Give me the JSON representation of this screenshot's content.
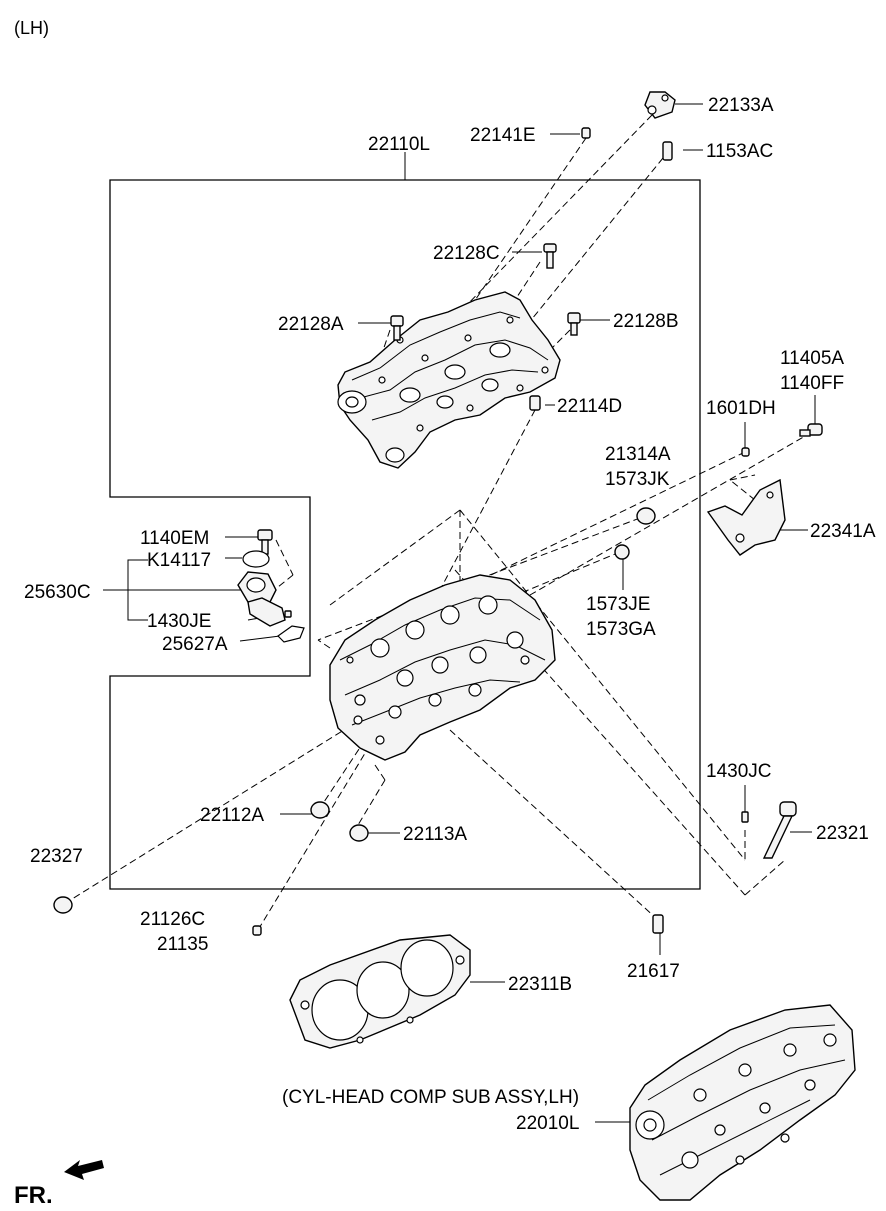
{
  "header": {
    "side": "(LH)"
  },
  "labels": {
    "p22133A": "22133A",
    "p22141E": "22141E",
    "p1153AC": "1153AC",
    "p22110L": "22110L",
    "p22128C": "22128C",
    "p22128A": "22128A",
    "p22128B": "22128B",
    "p11405A": "11405A",
    "p1140FF": "1140FF",
    "p22114D": "22114D",
    "p1601DH": "1601DH",
    "p21314A": "21314A",
    "p1573JK": "1573JK",
    "p1140EM": "1140EM",
    "pK14117": "K14117",
    "p22341A": "22341A",
    "p25630C": "25630C",
    "p1430JE": "1430JE",
    "p25627A": "25627A",
    "p1573JE": "1573JE",
    "p1573GA": "1573GA",
    "p1430JC": "1430JC",
    "p22112A": "22112A",
    "p22321": "22321",
    "p22113A": "22113A",
    "p22327": "22327",
    "p21126C": "21126C",
    "p21135": "21135",
    "p21617": "21617",
    "p22311B": "22311B",
    "subassy": "(CYL-HEAD COMP SUB ASSY,LH)",
    "p22010L": "22010L"
  },
  "footer": {
    "direction": "FR."
  }
}
